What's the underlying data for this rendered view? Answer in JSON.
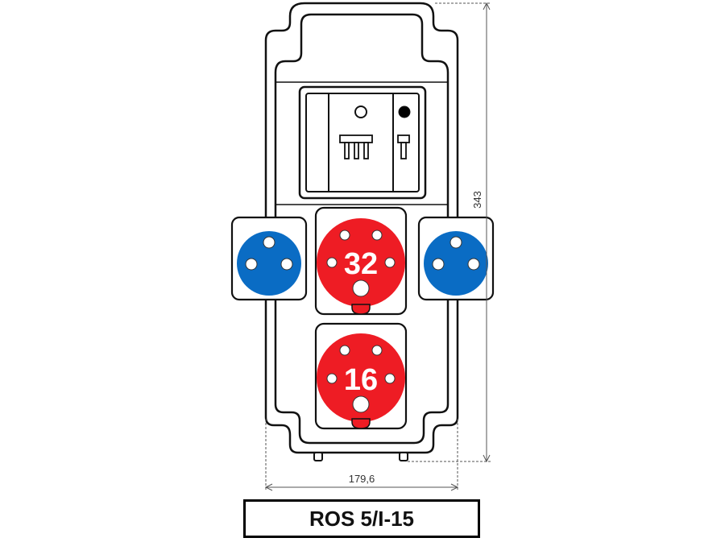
{
  "dimensions": {
    "height_label": "343",
    "width_label": "179,6"
  },
  "sockets": {
    "red_top": {
      "label": "32",
      "color": "#ee1c24"
    },
    "red_bottom": {
      "label": "16",
      "color": "#ee1c24"
    },
    "blue_left": {
      "color": "#0a6cc4"
    },
    "blue_right": {
      "color": "#0a6cc4"
    }
  },
  "model_label": "ROS 5/I-15",
  "colors": {
    "outline": "#111111",
    "red": "#ee1c24",
    "blue": "#0a6cc4",
    "dimension": "#555555"
  }
}
